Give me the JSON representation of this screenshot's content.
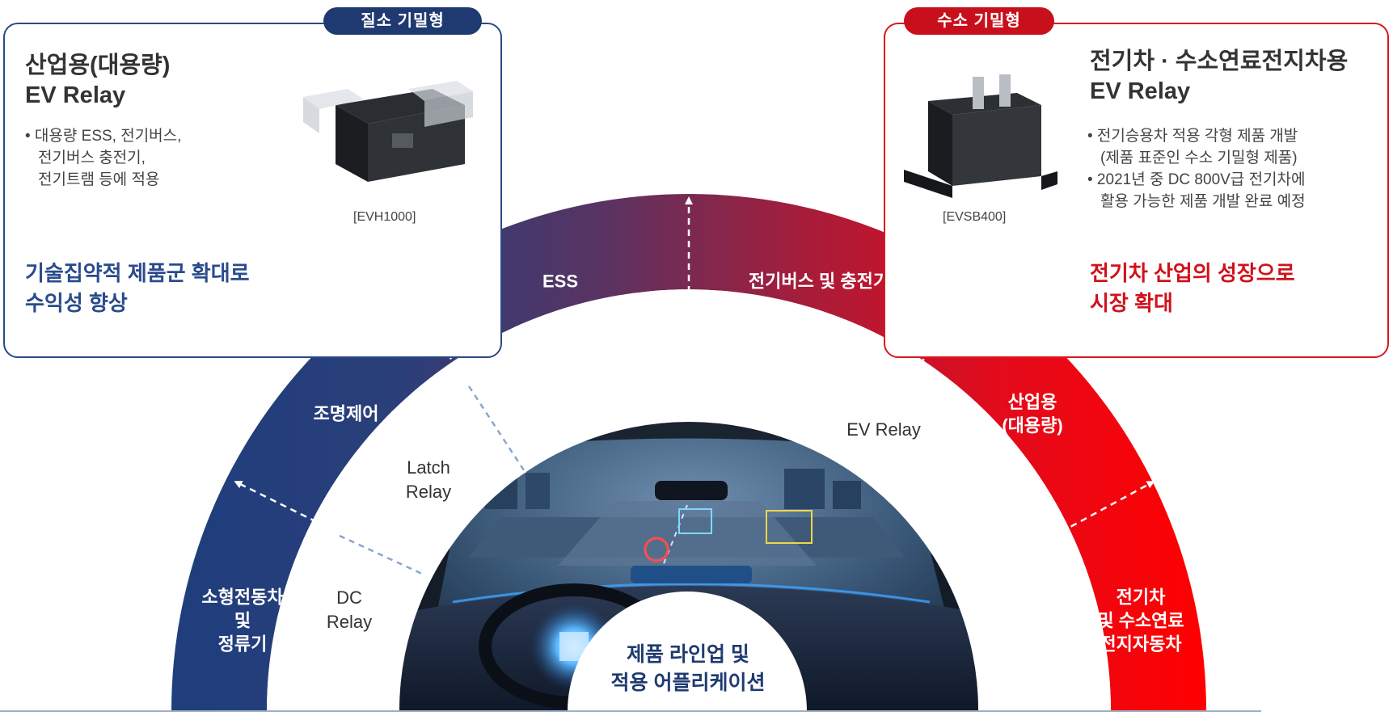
{
  "left_panel": {
    "tag": "질소 기밀형",
    "title_line1": "산업용(대용량)",
    "title_line2": "EV Relay",
    "bullets": [
      "• 대용량 ESS, 전기버스,",
      "전기버스 충전기,",
      "전기트램 등에 적용"
    ],
    "product_caption": "[EVH1000]",
    "highlight_line1": "기술집약적 제품군 확대로",
    "highlight_line2": "수익성 향상"
  },
  "right_panel": {
    "tag": "수소 기밀형",
    "title_line1": "전기차 · 수소연료전지차용",
    "title_line2": "EV Relay",
    "bullets": [
      "• 전기승용차 적용 각형 제품 개발",
      "(제품 표준인 수소 기밀형 제품)",
      "• 2021년 중 DC 800V급 전기차에",
      "활용 가능한 제품 개발 완료 예정"
    ],
    "product_caption": "[EVSB400]",
    "highlight_line1": "전기차 산업의 성장으로",
    "highlight_line2": "시장 확대"
  },
  "arch": {
    "outer_labels": {
      "small_ev_line1": "소형전동차",
      "small_ev_line2": "및",
      "small_ev_line3": "정류기",
      "lighting": "조명제어",
      "ess": "ESS",
      "bus": "전기버스 및 충전기",
      "industrial_line1": "산업용",
      "industrial_line2": "(대용량)",
      "ev_line1": "전기차",
      "ev_line2": "및 수소연료",
      "ev_line3": "전지자동차"
    },
    "inner_labels": {
      "dc_line1": "DC",
      "dc_line2": "Relay",
      "latch_line1": "Latch",
      "latch_line2": "Relay",
      "ev_relay": "EV Relay"
    },
    "center_line1": "제품 라인업 및",
    "center_line2": "적용 어플리케이션",
    "colors": {
      "blue": "#1f3e7c",
      "purple": "#5a3362",
      "red": "#ff0000",
      "panel_blue": "#2b4a86",
      "panel_red": "#d81920"
    }
  },
  "icons": [
    "relay-evh1000-icon",
    "relay-evsb400-icon",
    "car-cockpit-image"
  ]
}
